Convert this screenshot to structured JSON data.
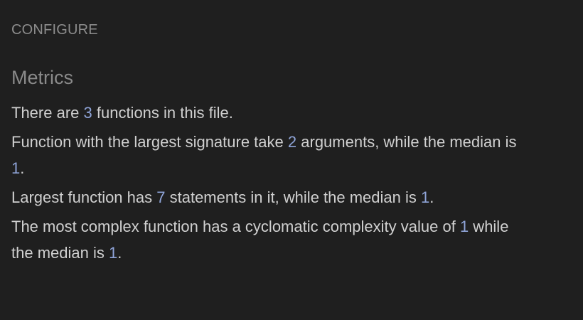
{
  "header": {
    "configure_label": "CONFIGURE"
  },
  "section": {
    "title": "Metrics"
  },
  "metrics": {
    "functions": {
      "prefix": "There are ",
      "count": "3",
      "suffix": " functions in this file."
    },
    "signature": {
      "prefix": "Function with the largest signature take ",
      "largest": "2",
      "middle": " arguments, while the median is ",
      "median": "1",
      "suffix": "."
    },
    "statements": {
      "prefix": "Largest function has ",
      "largest": "7",
      "middle": " statements in it, while the median is ",
      "median": "1",
      "suffix": "."
    },
    "complexity": {
      "prefix": "The most complex function has a cyclomatic complexity value of ",
      "largest": "1",
      "middle": " while the median is ",
      "median": "1",
      "suffix": "."
    }
  },
  "colors": {
    "background": "#1f1f1f",
    "text": "#d0d0d0",
    "muted": "#8c8c8c",
    "number": "#8fa4d8"
  }
}
